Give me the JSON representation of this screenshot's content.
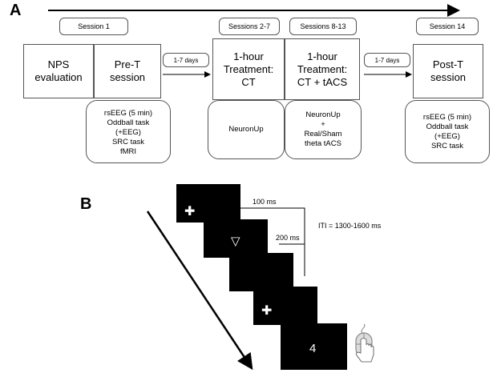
{
  "panel_a": {
    "label": "A",
    "sessions": [
      "Session 1",
      "Sessions 2-7",
      "Sessions 8-13",
      "Session 14"
    ],
    "steps": {
      "nps": "NPS\nevaluation",
      "pre_t": "Pre-T\nsession",
      "ct": "1-hour\nTreatment:\nCT",
      "ct_tacs": "1-hour\nTreatment:\nCT + tACS",
      "post_t": "Post-T\nsession"
    },
    "intervals": [
      "1-7 days",
      "1-7 days"
    ],
    "details": {
      "pre_t": "rsEEG (5 min)\nOddball task\n(+EEG)\nSRC task\nfMRI",
      "ct": "NeuronUp",
      "ct_tacs": "NeuronUp\n+\nReal/Sham\ntheta tACS",
      "post_t": "rsEEG (5 min)\nOddball task\n(+EEG)\nSRC task"
    }
  },
  "panel_b": {
    "label": "B",
    "timings": {
      "fixation": "100 ms",
      "stimulus": "200 ms",
      "iti": "ITI = 1300-1600 ms"
    },
    "screens": {
      "fixation_symbol": "✚",
      "triangle_symbol": "▽",
      "response_value": "4"
    },
    "icons": {
      "mouse": "mouse-click-icon"
    },
    "colors": {
      "screen": "#000000",
      "symbol": "#ffffff"
    }
  }
}
